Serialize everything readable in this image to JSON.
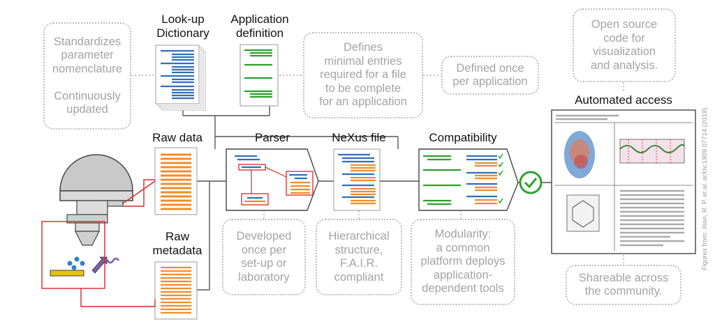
{
  "titles": {
    "lookup_dictionary": "Look-up\nDictionary",
    "application_definition": "Application\ndefinition",
    "raw_data": "Raw data",
    "raw_metadata": "Raw\nmetadata",
    "parser": "Parser",
    "nexus_file": "NeXus file",
    "compatibility": "Compatibility",
    "automated_access": "Automated access"
  },
  "notes": {
    "standardizes": "Standardizes\nparameter\nnomenclature\n\nContinuously\nupdated",
    "defines": "Defines\nminimal entries\nrequired for a file\nto be complete\nfor an application",
    "defined_once": "Defined once\nper application",
    "open_source": "Open source\ncode for\nvisualization\nand analysis.",
    "developed": "Developed\nonce per\nset-up or\nlaboratory",
    "hierarchical": "Hierarchical\nstructure,\nF.A.I.R.\ncompliant",
    "modularity": "Modularity:\na common\nplatform deploys\napplication-\ndependent tools",
    "shareable": "Shareable across\nthe community."
  },
  "credit": "Figures from: Xian, R. P. et al. arXiv:1909.07714 (2019).",
  "colors": {
    "blue": "#2f6fb8",
    "green": "#2ca02c",
    "orange": "#f28c28",
    "red": "#d62728",
    "note_text": "#a3a3a3",
    "note_border": "#bdbdbd",
    "check": "#2ca02c"
  },
  "icons": {
    "check": "check-circle-icon",
    "instrument": "detector-instrument-icon"
  }
}
